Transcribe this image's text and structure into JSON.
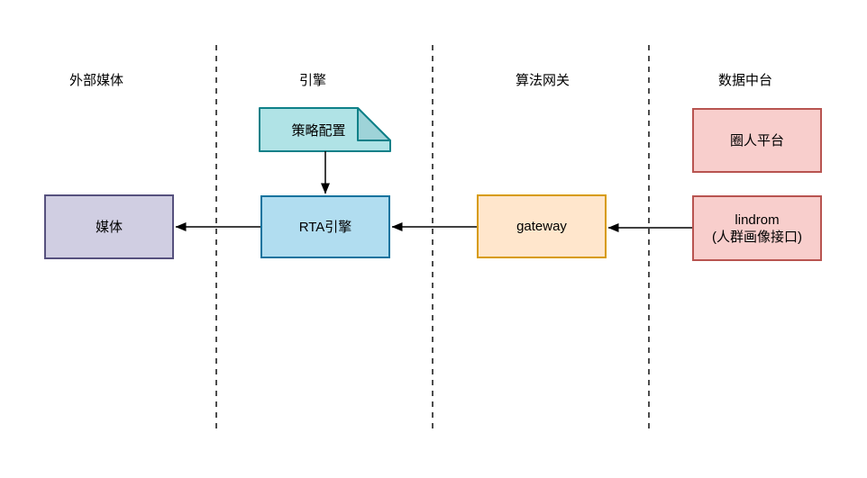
{
  "lanes": [
    {
      "label": "外部媒体"
    },
    {
      "label": "引擎"
    },
    {
      "label": "算法网关"
    },
    {
      "label": "数据中台"
    }
  ],
  "nodes": {
    "media": {
      "label": "媒体",
      "fill": "#d0cee2",
      "stroke": "#56517e"
    },
    "strategy_config": {
      "label": "策略配置",
      "fill": "#b0e3e6",
      "stroke": "#0e8088",
      "shape": "note"
    },
    "rta_engine": {
      "label": "RTA引擎",
      "fill": "#b1ddf0",
      "stroke": "#10739e"
    },
    "gateway": {
      "label": "gateway",
      "fill": "#ffe6cc",
      "stroke": "#d79b00"
    },
    "audience_platform": {
      "label": "圈人平台",
      "fill": "#f8cecc",
      "stroke": "#b85450"
    },
    "lindrom": {
      "line1": "lindrom",
      "line2": "(人群画像接口)",
      "fill": "#f8cecc",
      "stroke": "#b85450"
    }
  },
  "edges": [
    {
      "from": "strategy_config",
      "to": "rta_engine"
    },
    {
      "from": "gateway",
      "to": "rta_engine"
    },
    {
      "from": "rta_engine",
      "to": "media"
    },
    {
      "from": "lindrom",
      "to": "gateway"
    }
  ],
  "edge_color": "#000000",
  "divider_color": "#000000"
}
